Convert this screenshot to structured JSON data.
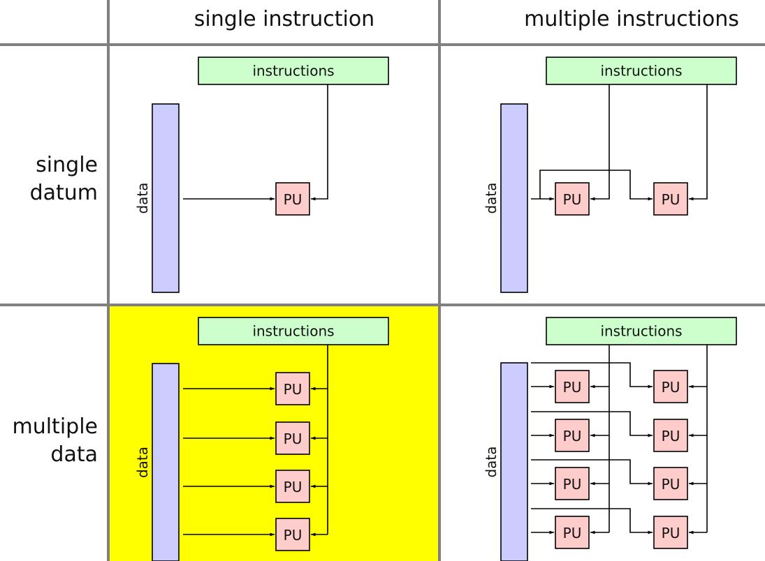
{
  "headers": {
    "col_single": "single instruction",
    "col_multi": "multiple instructions",
    "row_single_line1": "single",
    "row_single_line2": "datum",
    "row_multi_line1": "multiple",
    "row_multi_line2": "data"
  },
  "labels": {
    "instructions": "instructions",
    "data": "data",
    "pu": "PU"
  },
  "colors": {
    "instructions_fill": "#ccffcc",
    "data_fill": "#ccccff",
    "pu_fill": "#ffcccc",
    "highlight": "#ffff00",
    "grid": "#808080"
  },
  "cells": [
    {
      "name": "sisd",
      "pu_rows": 1,
      "pu_cols": 1,
      "highlighted": false
    },
    {
      "name": "misd",
      "pu_rows": 1,
      "pu_cols": 2,
      "highlighted": false
    },
    {
      "name": "simd",
      "pu_rows": 4,
      "pu_cols": 1,
      "highlighted": true
    },
    {
      "name": "mimd",
      "pu_rows": 4,
      "pu_cols": 2,
      "highlighted": false
    }
  ]
}
